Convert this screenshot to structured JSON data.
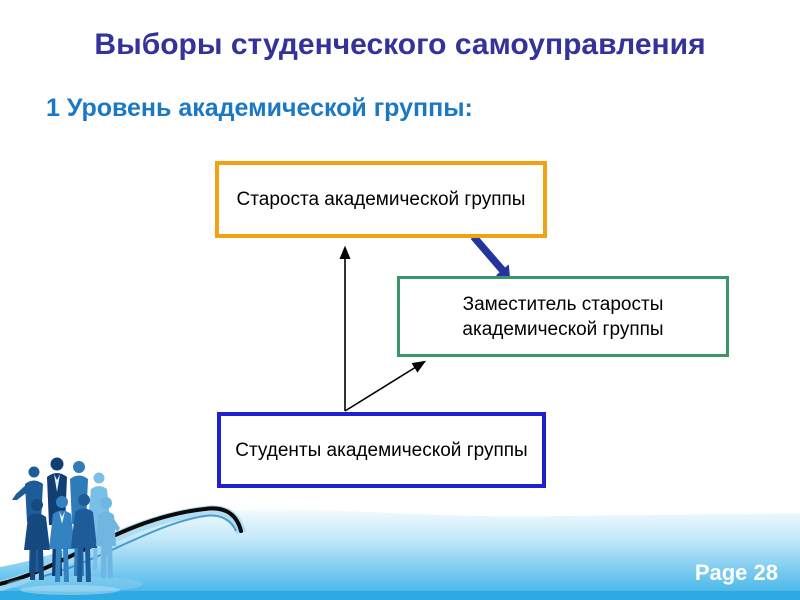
{
  "slide": {
    "title": {
      "text": "Выборы студенческого самоуправления",
      "color": "#33339A"
    },
    "subtitle": {
      "text": "1 Уровень академической группы:",
      "color": "#1B78C4"
    }
  },
  "diagram": {
    "boxes": [
      {
        "id": "starosta",
        "label": "Староста академической группы",
        "border_color": "#F0A213",
        "fill": "#FFFFFF",
        "text_color": "#000000"
      },
      {
        "id": "zamestitel",
        "label": "Заместитель старосты академической группы",
        "border_color": "#38966B",
        "fill": "#FFFFFF",
        "text_color": "#000000"
      },
      {
        "id": "studenty",
        "label": "Студенты академической группы",
        "border_color": "#2020CE",
        "fill": "#FFFFFF",
        "text_color": "#000000"
      }
    ],
    "arrows": [
      {
        "from": "studenty",
        "to": "starosta",
        "style": "thin-black-line",
        "color": "#000000"
      },
      {
        "from": "studenty",
        "to": "zamestitel",
        "style": "thin-black-line",
        "color": "#000000"
      },
      {
        "from": "starosta",
        "to": "zamestitel",
        "style": "thick-navy-tapered",
        "color": "#24339E"
      }
    ]
  },
  "footer": {
    "page_label": "Page 28",
    "wave_band_colors": {
      "top": "#FFFFFF",
      "mid": "#A5DCF5",
      "bottom": "#38B0E7",
      "strip": "#2EA9E1"
    },
    "swoosh_color": "#0B0B0B",
    "silhouette_colors": [
      "#123F73",
      "#1D5C99",
      "#2E7CB8",
      "#6FB6E2",
      "#79BFE8"
    ]
  }
}
